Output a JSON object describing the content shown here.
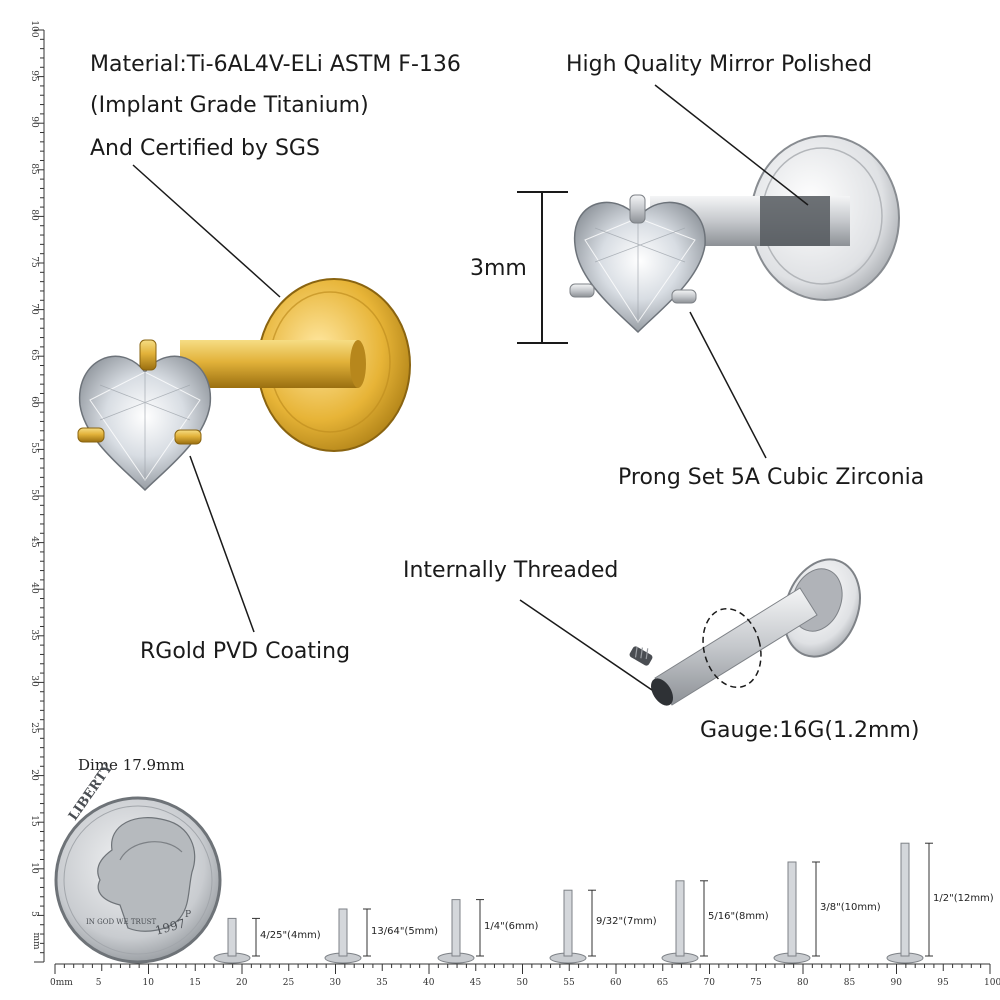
{
  "callouts": {
    "material_line1": "Material:Ti-6AL4V-ELi ASTM F-136",
    "material_line2": "(Implant Grade Titanium)",
    "material_line3": "And Certified by SGS",
    "mirror": "High Quality Mirror Polished",
    "height": "3mm",
    "prong": "Prong Set 5A Cubic Zirconia",
    "threaded": "Internally Threaded",
    "coating": "RGold PVD Coating",
    "gauge": "Gauge:16G(1.2mm)",
    "dime": "Dime 17.9mm"
  },
  "coin_text": {
    "liberty": "LIBERTY",
    "motto": "IN GOD WE TRUST",
    "year": "1997",
    "mint": "P"
  },
  "sizes": [
    {
      "label": "4/25\"(4mm)",
      "mm": 4
    },
    {
      "label": "13/64\"(5mm)",
      "mm": 5
    },
    {
      "label": "1/4\"(6mm)",
      "mm": 6
    },
    {
      "label": "9/32\"(7mm)",
      "mm": 7
    },
    {
      "label": "5/16\"(8mm)",
      "mm": 8
    },
    {
      "label": "3/8\"(10mm)",
      "mm": 10
    },
    {
      "label": "1/2\"(12mm)",
      "mm": 12
    }
  ],
  "ruler": {
    "unit_bottom": "0mm",
    "unit_left": "mm",
    "horizontal_ticks": [
      "5",
      "10",
      "15",
      "20",
      "25",
      "30",
      "35",
      "40",
      "45",
      "50",
      "55",
      "60",
      "65",
      "70",
      "75",
      "80",
      "85",
      "90",
      "95",
      "100"
    ],
    "vertical_ticks": [
      "5",
      "10",
      "15",
      "20",
      "25",
      "30",
      "35",
      "40",
      "45",
      "50",
      "55",
      "60",
      "65",
      "70",
      "75",
      "80",
      "85",
      "90",
      "95",
      "100"
    ]
  },
  "colors": {
    "gold": "#d9a72a",
    "silver": "#c8cbcf",
    "line": "#1a1a1a"
  }
}
